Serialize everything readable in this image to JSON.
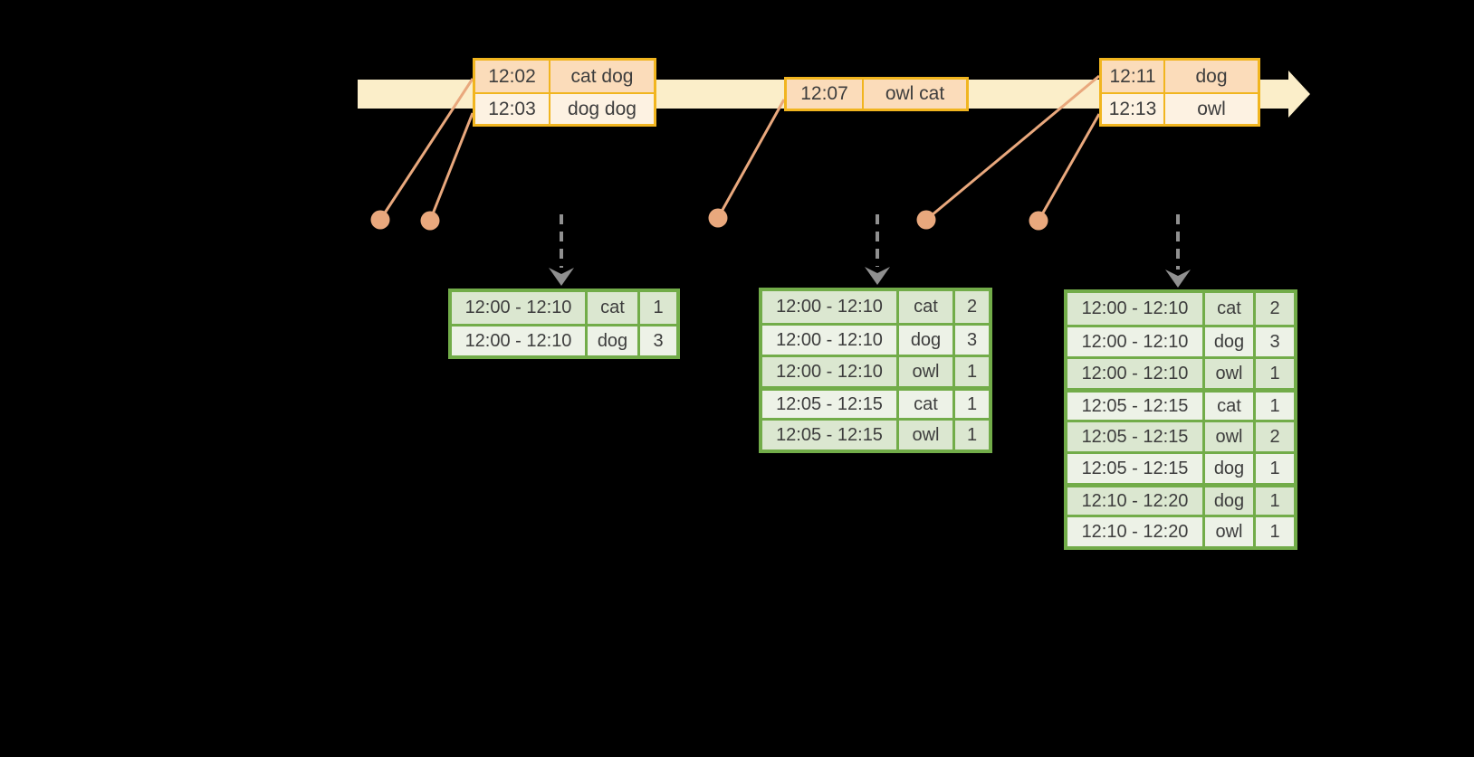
{
  "colors": {
    "background": "#000000",
    "timeline_fill": "#fbeec9",
    "event_border": "#f1b51f",
    "event_row_fill": "#fbdcba",
    "event_row_alt_fill": "#fdf2e2",
    "connector": "#e9a87d",
    "result_border": "#72ac49",
    "result_row_fill": "#dbe7d0",
    "result_row_alt_fill": "#edf2e7",
    "emit_arrow": "#909090",
    "text": "#3d3d3d"
  },
  "event_boxes": [
    {
      "rows": [
        {
          "time": "12:02",
          "words": "cat dog"
        },
        {
          "time": "12:03",
          "words": "dog dog"
        }
      ]
    },
    {
      "rows": [
        {
          "time": "12:07",
          "words": "owl cat"
        }
      ]
    },
    {
      "rows": [
        {
          "time": "12:11",
          "words": "dog"
        },
        {
          "time": "12:13",
          "words": "owl"
        }
      ]
    }
  ],
  "result_tables": [
    {
      "rows": [
        {
          "window": "12:00 - 12:10",
          "key": "cat",
          "count": "1"
        },
        {
          "window": "12:00 - 12:10",
          "key": "dog",
          "count": "3"
        }
      ]
    },
    {
      "rows": [
        {
          "window": "12:00 - 12:10",
          "key": "cat",
          "count": "2"
        },
        {
          "window": "12:00 - 12:10",
          "key": "dog",
          "count": "3"
        },
        {
          "window": "12:00 - 12:10",
          "key": "owl",
          "count": "1"
        },
        {
          "window": "12:05 - 12:15",
          "key": "cat",
          "count": "1",
          "group_start": true
        },
        {
          "window": "12:05 - 12:15",
          "key": "owl",
          "count": "1"
        }
      ]
    },
    {
      "rows": [
        {
          "window": "12:00 - 12:10",
          "key": "cat",
          "count": "2"
        },
        {
          "window": "12:00 - 12:10",
          "key": "dog",
          "count": "3"
        },
        {
          "window": "12:00 - 12:10",
          "key": "owl",
          "count": "1"
        },
        {
          "window": "12:05 - 12:15",
          "key": "cat",
          "count": "1",
          "group_start": true
        },
        {
          "window": "12:05 - 12:15",
          "key": "owl",
          "count": "2"
        },
        {
          "window": "12:05 - 12:15",
          "key": "dog",
          "count": "1"
        },
        {
          "window": "12:10 - 12:20",
          "key": "dog",
          "count": "1",
          "group_start": true
        },
        {
          "window": "12:10 - 12:20",
          "key": "owl",
          "count": "1"
        }
      ]
    }
  ]
}
